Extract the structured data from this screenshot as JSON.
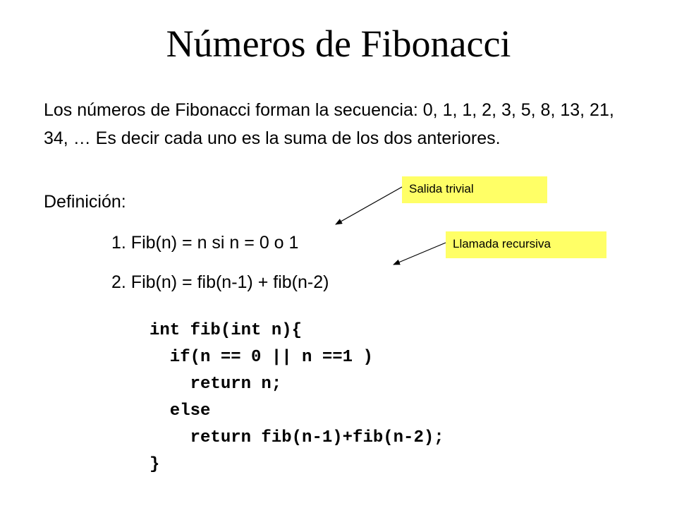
{
  "title": "Números de Fibonacci",
  "paragraph": "Los números de Fibonacci forman la secuencia: 0, 1, 1, 2, 3, 5, 8, 13, 21, 34, … Es decir cada uno es la suma de los dos anteriores.",
  "definition_label": "Definición:",
  "rules": [
    "1. Fib(n) = n si n = 0 o 1",
    "2. Fib(n) = fib(n-1) + fib(n-2)"
  ],
  "code_lines": [
    "int fib(int n){",
    "  if(n == 0 || n ==1 )",
    "    return n;",
    "  else",
    "    return fib(n-1)+fib(n-2);",
    "}"
  ],
  "callouts": {
    "trivial": "Salida trivial",
    "recursive": "Llamada recursiva"
  },
  "colors": {
    "callout_background": "#ffff66",
    "text": "#000000"
  }
}
